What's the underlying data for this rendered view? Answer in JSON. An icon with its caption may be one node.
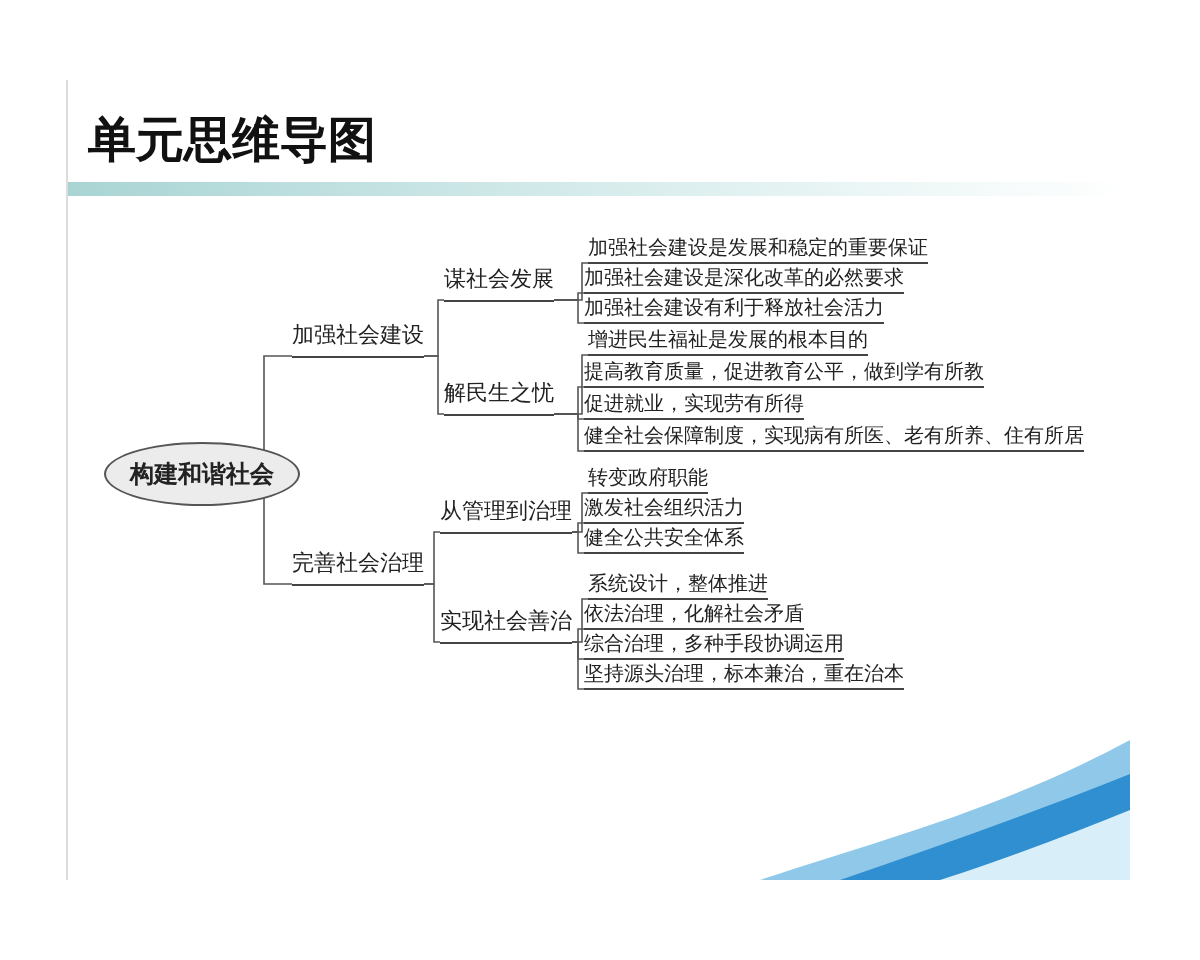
{
  "diagram": {
    "title": "单元思维导图",
    "nodes": [
      {
        "text": [
          "构建和谐社会"
        ]
      },
      {
        "text": [
          "加强社会建设"
        ]
      },
      {
        "text": [
          "谋社会发展"
        ]
      },
      {
        "text": [
          "加强社会建设是发展和稳定的重要保证"
        ]
      },
      {
        "text": [
          "加强社会建设是深化改革的必然要求"
        ]
      },
      {
        "text": [
          "加强社会建设有利于释放社会活力"
        ]
      },
      {
        "text": [
          "解民生之忧"
        ]
      },
      {
        "text": [
          "增进民生福祉是发展的根本目的"
        ]
      },
      {
        "text": [
          "提高教育质量，促进教育公平，做到学有所教"
        ]
      },
      {
        "text": [
          "促进就业，实现劳有所得"
        ]
      },
      {
        "text": [
          "健全社会保障制度，实现病有所医、老有所养、住有所居"
        ]
      },
      {
        "text": [
          "完善社会治理"
        ]
      },
      {
        "text": [
          "从管理到治理"
        ]
      },
      {
        "text": [
          "转变政府职能"
        ]
      },
      {
        "text": [
          "激发社会组织活力"
        ]
      },
      {
        "text": [
          "健全公共安全体系"
        ]
      },
      {
        "text": [
          "实现社会善治"
        ]
      },
      {
        "text": [
          "系统设计，整体推进"
        ]
      },
      {
        "text": [
          "依法治理，化解社会矛盾"
        ]
      },
      {
        "text": [
          "综合治理，多种手段协调运用"
        ]
      },
      {
        "text": [
          "坚持源头治理，标本兼治，重在治本"
        ]
      }
    ],
    "edges": [
      {
        "from": 0,
        "to": 1,
        "arrow": "none"
      },
      {
        "from": 0,
        "to": 11,
        "arrow": "none"
      },
      {
        "from": 1,
        "to": 2,
        "arrow": "none"
      },
      {
        "from": 1,
        "to": 6,
        "arrow": "none"
      },
      {
        "from": 2,
        "to": 3,
        "arrow": "none"
      },
      {
        "from": 2,
        "to": 4,
        "arrow": "none"
      },
      {
        "from": 2,
        "to": 5,
        "arrow": "none"
      },
      {
        "from": 6,
        "to": 7,
        "arrow": "none"
      },
      {
        "from": 6,
        "to": 8,
        "arrow": "none"
      },
      {
        "from": 6,
        "to": 9,
        "arrow": "none"
      },
      {
        "from": 6,
        "to": 10,
        "arrow": "none"
      },
      {
        "from": 11,
        "to": 12,
        "arrow": "none"
      },
      {
        "from": 11,
        "to": 16,
        "arrow": "none"
      },
      {
        "from": 12,
        "to": 13,
        "arrow": "none"
      },
      {
        "from": 12,
        "to": 14,
        "arrow": "none"
      },
      {
        "from": 12,
        "to": 15,
        "arrow": "none"
      },
      {
        "from": 16,
        "to": 17,
        "arrow": "none"
      },
      {
        "from": 16,
        "to": 18,
        "arrow": "none"
      },
      {
        "from": 16,
        "to": 19,
        "arrow": "none"
      },
      {
        "from": 16,
        "to": 20,
        "arrow": "none"
      }
    ]
  }
}
